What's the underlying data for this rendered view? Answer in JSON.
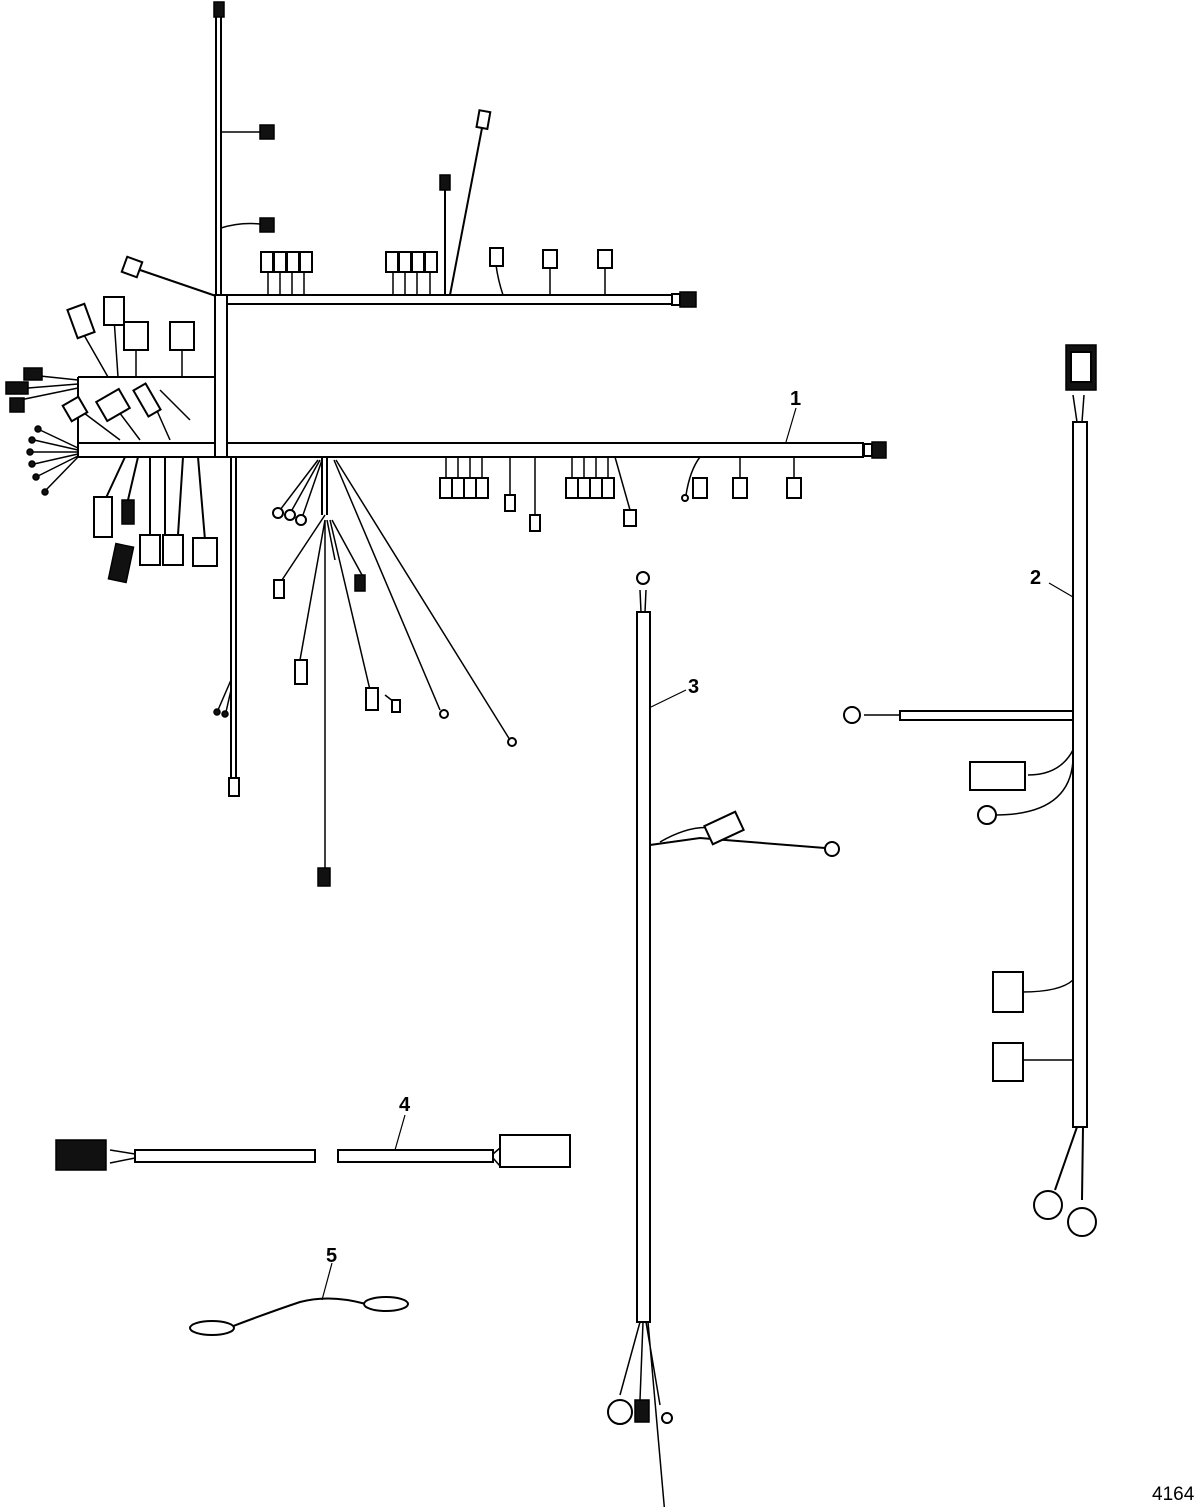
{
  "diagram": {
    "callouts": [
      {
        "id": "1",
        "label": "1"
      },
      {
        "id": "2",
        "label": "2"
      },
      {
        "id": "3",
        "label": "3"
      },
      {
        "id": "4",
        "label": "4"
      },
      {
        "id": "5",
        "label": "5"
      }
    ],
    "figure_number": "4164"
  }
}
